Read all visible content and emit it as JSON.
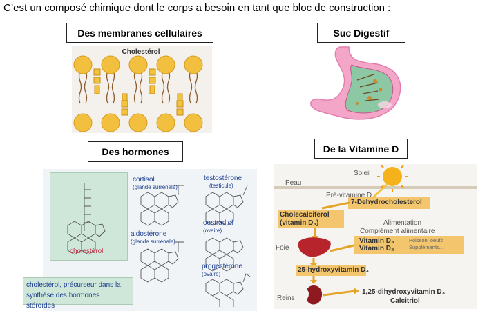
{
  "intro": "C’est un composé chimique dont le corps a besoin en tant que bloc de construction :",
  "boxes": {
    "membranes": "Des membranes cellulaires",
    "suc": "Suc Digestif",
    "hormones": "Des hormones",
    "vitd": "De la Vitamine D"
  },
  "membrane_img": {
    "label": "Cholestérol"
  },
  "hormones_img": {
    "cholesterol": "cholestérol",
    "cortisol": "cortisol",
    "cortisol_src": "(glande surrénale)",
    "testosterone": "testostérone",
    "testosterone_src": "(testicule)",
    "aldosterone": "aldostérone",
    "aldosterone_src": "(glande surrénale)",
    "oestradiol": "oestradiol",
    "oestradiol_src": "(ovaire)",
    "progesterone": "progestérone",
    "progesterone_src": "(ovaire)",
    "caption_1": "cholestérol, précurseur dans la",
    "caption_2": "synthèse des hormones stéroïdes"
  },
  "vitd_img": {
    "soleil": "Soleil",
    "peau": "Peau",
    "previt": "Pré-vitamine D",
    "dehydro": "7-Dehydrocholesterol",
    "chole_1": "Cholecalciferol",
    "chole_2": "(vitamin D₃)",
    "alim_1": "Alimentation",
    "alim_2": "Complément alimentaire",
    "vit_d3": "Vitamin D₃",
    "vit_d2": "Vitamin D₂",
    "src_1": "Poisson, oeufs",
    "src_2": "Suppléments...",
    "foie": "Foie",
    "hydroxy": "25-hydroxyvitamin D₃",
    "reins": "Reins",
    "dihydroxy": "1,25-dihydroxyvitamin D₃",
    "calcitriol": "Calcitriol"
  },
  "colors": {
    "lipid_head": "#f2bf3e",
    "stomach": "#f4a6c9",
    "hormone_bg": "#cfe7d9",
    "arrow": "#e4a52a",
    "liver": "#b8242b",
    "sun": "#f6b21a"
  }
}
